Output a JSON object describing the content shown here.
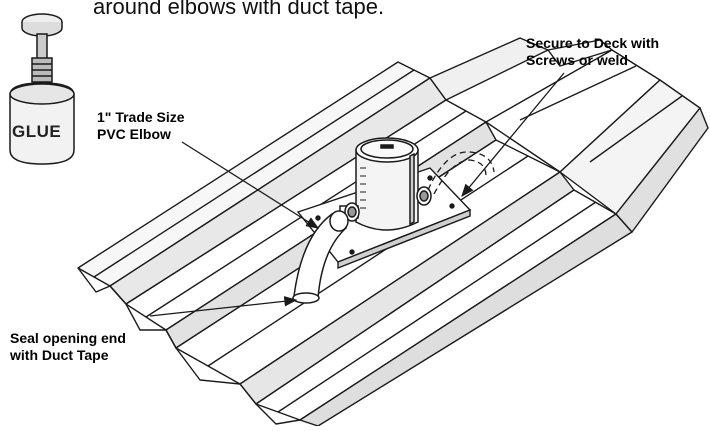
{
  "intro_text": "around elbows with duct tape.",
  "glue_label": "GLUE",
  "callouts": {
    "secure": {
      "line1": "Secure to Deck with",
      "line2": "Screws or weld"
    },
    "elbow": {
      "line1": "1\" Trade Size",
      "line2": "PVC Elbow"
    },
    "seal": {
      "line1": "Seal opening end",
      "line2": "with Duct Tape"
    }
  },
  "colors": {
    "line": "#1a1a1a",
    "fill": "#ffffff",
    "shade": "#dcdcdc"
  }
}
